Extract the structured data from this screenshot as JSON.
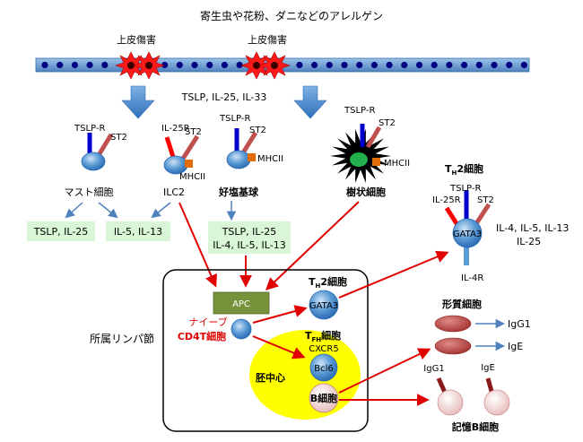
{
  "title": "寄生虫や花粉、ダニなどのアレルゲン",
  "epithelial_damage": [
    "上皮傷害",
    "上皮傷害"
  ],
  "cytokines_top": "TSLP, IL-25, IL-33",
  "receptors": {
    "tslpr": "TSLP-R",
    "st2": "ST2",
    "il25r": "IL-25R",
    "mhcii": "MHCII",
    "il4r": "IL-4R"
  },
  "cells": {
    "mast": "マスト細胞",
    "ilc2": "ILC2",
    "basophil": "好塩基球",
    "dendritic": "樹状細胞",
    "th2_prefix": "T",
    "th2_sub": "H",
    "th2_suffix": "2細胞",
    "tfh_prefix": "T",
    "tfh_sub": "FH",
    "tfh_suffix": "細胞",
    "apc": "APC",
    "naive_1": "ナイーブ",
    "naive_2": "CD4T細胞",
    "germinal_center": "胚中心",
    "b_cell": "B細胞",
    "plasma": "形質細胞",
    "memory_b": "記憶B細胞"
  },
  "factors": {
    "gata3": "GATA3",
    "bcl6": "Bcl6",
    "cxcr5": "CXCR5"
  },
  "products": {
    "mast": "TSLP, IL-25",
    "ilc2": "IL-5, IL-13",
    "basophil_1": "TSLP, IL-25",
    "basophil_2": "IL-4, IL-5, IL-13",
    "th2_1": "IL-4, IL-5, IL-13",
    "th2_2": "IL-25",
    "igg1": "IgG1",
    "ige": "IgE"
  },
  "lymph_node": "所属リンパ節",
  "colors": {
    "cell_blue": "#5b9bd5",
    "arrow_red": "#e00000",
    "arrow_blue": "#4f81bd",
    "green_box": "#d9f7d6",
    "apc_green": "#76933c",
    "gc_yellow": "#ffff00",
    "plasma_red": "#c0504d",
    "memory_pink": "#f2dcdb"
  }
}
